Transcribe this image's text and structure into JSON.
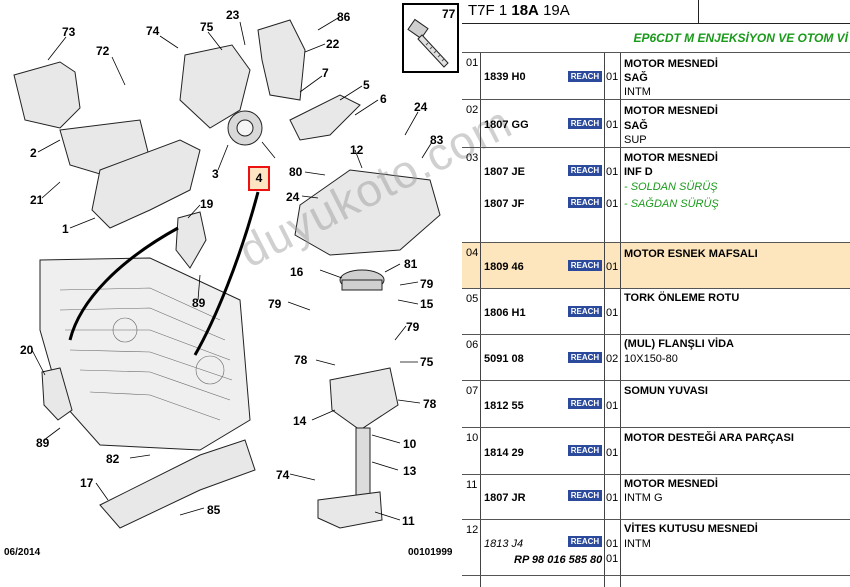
{
  "diagram": {
    "callouts": [
      "73",
      "72",
      "74",
      "75",
      "23",
      "86",
      "22",
      "7",
      "5",
      "6",
      "24",
      "83",
      "12",
      "80",
      "24",
      "2",
      "21",
      "1",
      "3",
      "4",
      "19",
      "89",
      "16",
      "81",
      "79",
      "15",
      "79",
      "20",
      "78",
      "79",
      "75",
      "78",
      "14",
      "10",
      "89",
      "82",
      "13",
      "74",
      "17",
      "85",
      "11"
    ],
    "thumbnail_label": "77",
    "highlighted_callout": "4",
    "footer_left": "06/2014",
    "footer_right": "00101999",
    "watermark": "duyukoto.com"
  },
  "panel": {
    "header": {
      "prefix": "T7F 1",
      "bold": "18A",
      "suffix": "19A"
    },
    "subtitle": "EP6CDT M ENJEKSİYON VE OTOM Vİ",
    "reach_label": "REACH",
    "rows": [
      {
        "idx": "01",
        "part": "1839 H0",
        "qty": "01",
        "desc": "MOTOR MESNEDİ",
        "lines": [
          "SAĞ",
          "INTM"
        ]
      },
      {
        "idx": "02",
        "part": "1807 GG",
        "qty": "01",
        "desc": "MOTOR MESNEDİ",
        "lines": [
          "SAĞ",
          "SUP"
        ]
      },
      {
        "idx": "03",
        "part": "1807 JE",
        "qty": "01",
        "desc": "MOTOR MESNEDİ",
        "lines": [
          "INF D"
        ],
        "green1": "- SOLDAN SÜRÜŞ",
        "part2": "1807 JF",
        "qty2": "01",
        "green2": "- SAĞDAN SÜRÜŞ"
      },
      {
        "idx": "04",
        "part": "1809 46",
        "qty": "01",
        "desc": "MOTOR ESNEK MAFSALI",
        "highlight": true
      },
      {
        "idx": "05",
        "part": "1806 H1",
        "qty": "01",
        "desc": "TORK ÖNLEME ROTU"
      },
      {
        "idx": "06",
        "part": "5091 08",
        "qty": "02",
        "desc": "(MUL) FLANŞLI VİDA",
        "lines": [
          "10X150-80"
        ]
      },
      {
        "idx": "07",
        "part": "1812 55",
        "qty": "01",
        "desc": "SOMUN YUVASI"
      },
      {
        "idx": "10",
        "part": "1814 29",
        "qty": "01",
        "desc": "MOTOR DESTEĞİ ARA PARÇASI"
      },
      {
        "idx": "11",
        "part": "1807 JR",
        "qty": "01",
        "desc": "MOTOR MESNEDİ",
        "lines": [
          "INTM G"
        ]
      },
      {
        "idx": "12",
        "part": "1813 J4",
        "qty": "01",
        "desc": "VİTES KUTUSU MESNEDİ",
        "lines": [
          "INTM"
        ],
        "rp": "RP 98 016 585 80",
        "qty2": "01"
      }
    ]
  }
}
